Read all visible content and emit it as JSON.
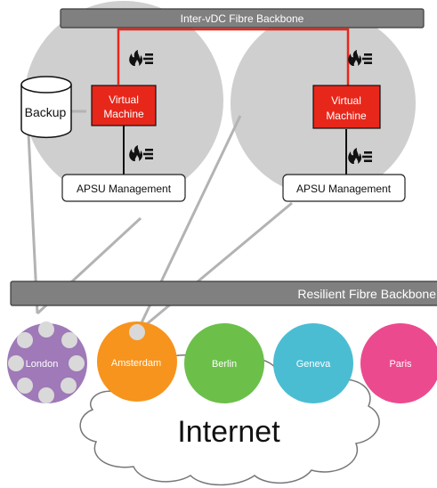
{
  "top_backbone": {
    "label": "Inter-vDC Fibre Backbone"
  },
  "backup": {
    "label": "Backup"
  },
  "vdc_left": {
    "vm_label_line1": "Virtual",
    "vm_label_line2": "Machine",
    "mgmt_label": "APSU Management"
  },
  "vdc_right": {
    "vm_label_line1": "Virtual",
    "vm_label_line2": "Machine",
    "mgmt_label": "APSU Management"
  },
  "resilient_backbone": {
    "label": "Resilient Fibre Backbone"
  },
  "cities": [
    {
      "name": "London",
      "color": "#9f79b8"
    },
    {
      "name": "Amsterdam",
      "color": "#f7941d"
    },
    {
      "name": "Berlin",
      "color": "#6cc04a"
    },
    {
      "name": "Geneva",
      "color": "#4bbdd3"
    },
    {
      "name": "Paris",
      "color": "#ec4a8e"
    }
  ],
  "internet": {
    "label": "Internet"
  },
  "icons": {
    "firewall": "firewall-icon"
  }
}
